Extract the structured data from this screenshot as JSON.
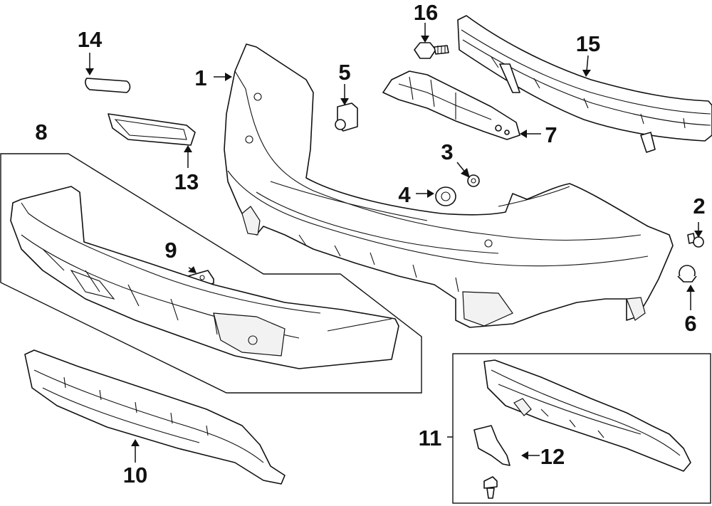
{
  "callouts": {
    "c1": "1",
    "c2": "2",
    "c3": "3",
    "c4": "4",
    "c5": "5",
    "c6": "6",
    "c7": "7",
    "c8": "8",
    "c9": "9",
    "c10": "10",
    "c11": "11",
    "c12": "12",
    "c13": "13",
    "c14": "14",
    "c15": "15",
    "c16": "16"
  },
  "colors": {
    "line": "#111111",
    "background": "#ffffff",
    "shade": "#f2f2f2"
  }
}
